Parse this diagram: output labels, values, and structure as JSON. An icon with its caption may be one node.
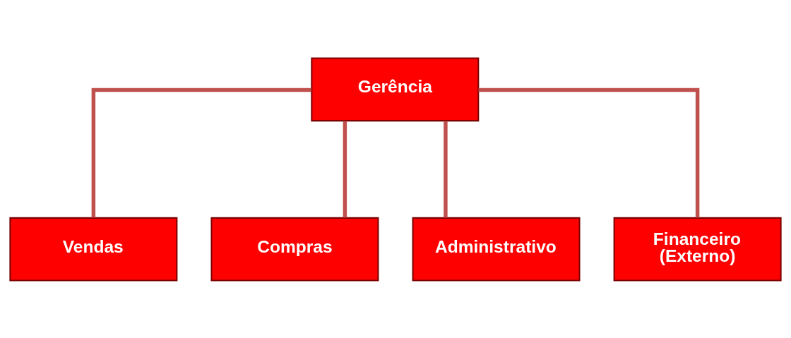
{
  "diagram": {
    "nodes": [
      {
        "text": [
          "Gerência"
        ]
      },
      {
        "text": [
          "Vendas"
        ]
      },
      {
        "text": [
          "Compras"
        ]
      },
      {
        "text": [
          "Administrativo"
        ]
      },
      {
        "text": [
          "Financeiro (Externo)"
        ]
      }
    ],
    "edges": [
      {
        "from": 0,
        "to": 1,
        "arrow": "none"
      },
      {
        "from": 0,
        "to": 2,
        "arrow": "none"
      },
      {
        "from": 0,
        "to": 3,
        "arrow": "none"
      },
      {
        "from": 0,
        "to": 4,
        "arrow": "none"
      }
    ]
  }
}
